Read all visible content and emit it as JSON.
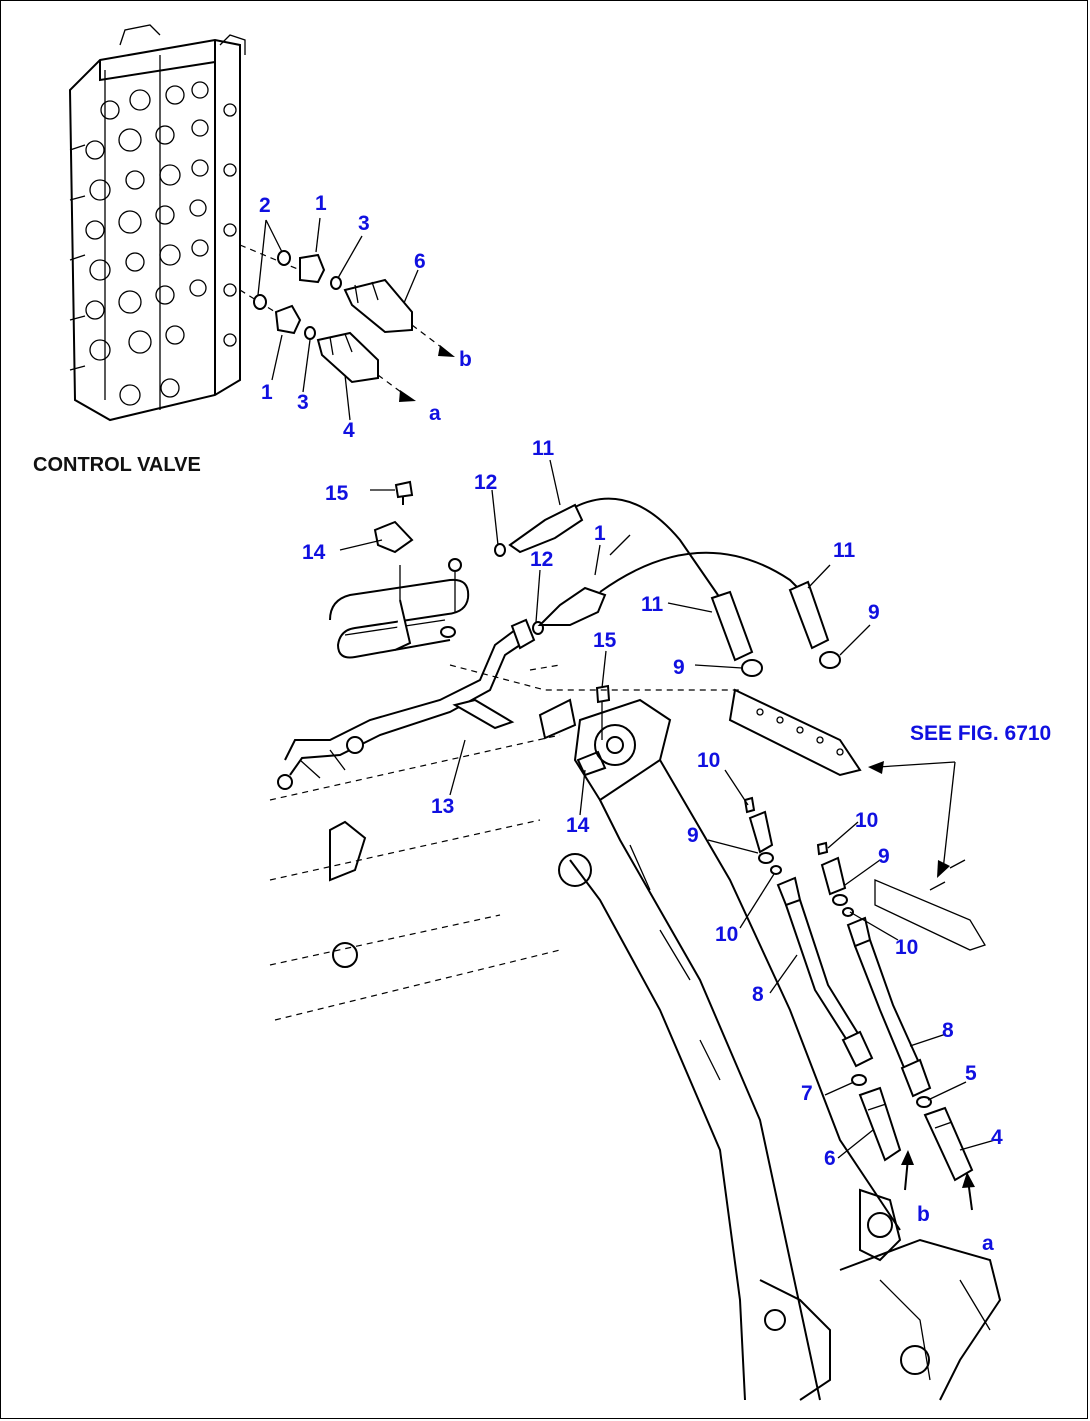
{
  "title_label": "CONTROL VALVE",
  "reference_label": "SEE FIG. 6710",
  "colors": {
    "label": "#1010e0",
    "lines": "#000000",
    "background": "#ffffff"
  },
  "callouts": [
    {
      "id": "c1a",
      "text": "1"
    },
    {
      "id": "c1b",
      "text": "1"
    },
    {
      "id": "c1c",
      "text": "1"
    },
    {
      "id": "c2",
      "text": "2"
    },
    {
      "id": "c3a",
      "text": "3"
    },
    {
      "id": "c3b",
      "text": "3"
    },
    {
      "id": "c4a",
      "text": "4"
    },
    {
      "id": "c4b",
      "text": "4"
    },
    {
      "id": "c5",
      "text": "5"
    },
    {
      "id": "c6a",
      "text": "6"
    },
    {
      "id": "c6b",
      "text": "6"
    },
    {
      "id": "c7",
      "text": "7"
    },
    {
      "id": "c8a",
      "text": "8"
    },
    {
      "id": "c8b",
      "text": "8"
    },
    {
      "id": "c9a",
      "text": "9"
    },
    {
      "id": "c9b",
      "text": "9"
    },
    {
      "id": "c9c",
      "text": "9"
    },
    {
      "id": "c9d",
      "text": "9"
    },
    {
      "id": "c10a",
      "text": "10"
    },
    {
      "id": "c10b",
      "text": "10"
    },
    {
      "id": "c10c",
      "text": "10"
    },
    {
      "id": "c10d",
      "text": "10"
    },
    {
      "id": "c11a",
      "text": "11"
    },
    {
      "id": "c11b",
      "text": "11"
    },
    {
      "id": "c11c",
      "text": "11"
    },
    {
      "id": "c12a",
      "text": "12"
    },
    {
      "id": "c12b",
      "text": "12"
    },
    {
      "id": "c13",
      "text": "13"
    },
    {
      "id": "c14a",
      "text": "14"
    },
    {
      "id": "c14b",
      "text": "14"
    },
    {
      "id": "c15a",
      "text": "15"
    },
    {
      "id": "c15b",
      "text": "15"
    },
    {
      "id": "ea1",
      "text": "a"
    },
    {
      "id": "eb1",
      "text": "b"
    },
    {
      "id": "ea2",
      "text": "a"
    },
    {
      "id": "eb2",
      "text": "b"
    }
  ]
}
